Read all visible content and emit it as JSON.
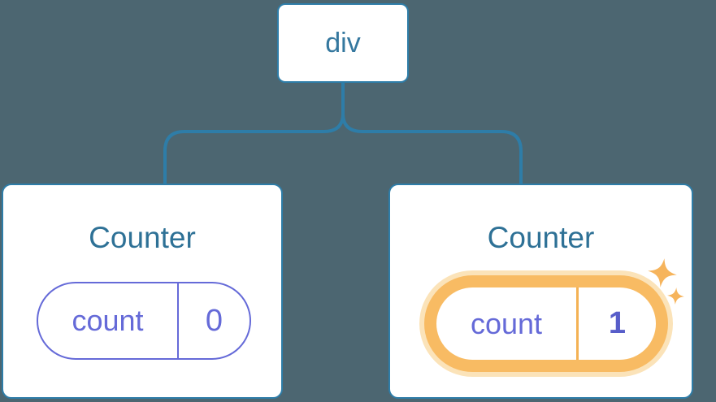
{
  "diagram": {
    "description": "React component tree with state: a div root element with two Counter children; the second Counter's state pill is highlighted as changed",
    "background_color": "#4C6671",
    "line_color": "#2E7DA8",
    "root": {
      "label": "div"
    },
    "children": [
      {
        "title": "Counter",
        "state": {
          "name": "count",
          "value": "0"
        },
        "highlighted": false
      },
      {
        "title": "Counter",
        "state": {
          "name": "count",
          "value": "1"
        },
        "highlighted": true
      }
    ],
    "colors": {
      "card_background": "#ffffff",
      "card_border": "#2E7DA8",
      "root_label_text": "#35789F",
      "component_title_text": "#2E7196",
      "state_accent": "#656AD8",
      "state_value_bold": "#575DC9",
      "highlight_ring": "#F8BB63",
      "highlight_halo": "#FBE3B9",
      "highlight_divider": "#F4B254",
      "sparkle": "#F6B45C"
    }
  }
}
